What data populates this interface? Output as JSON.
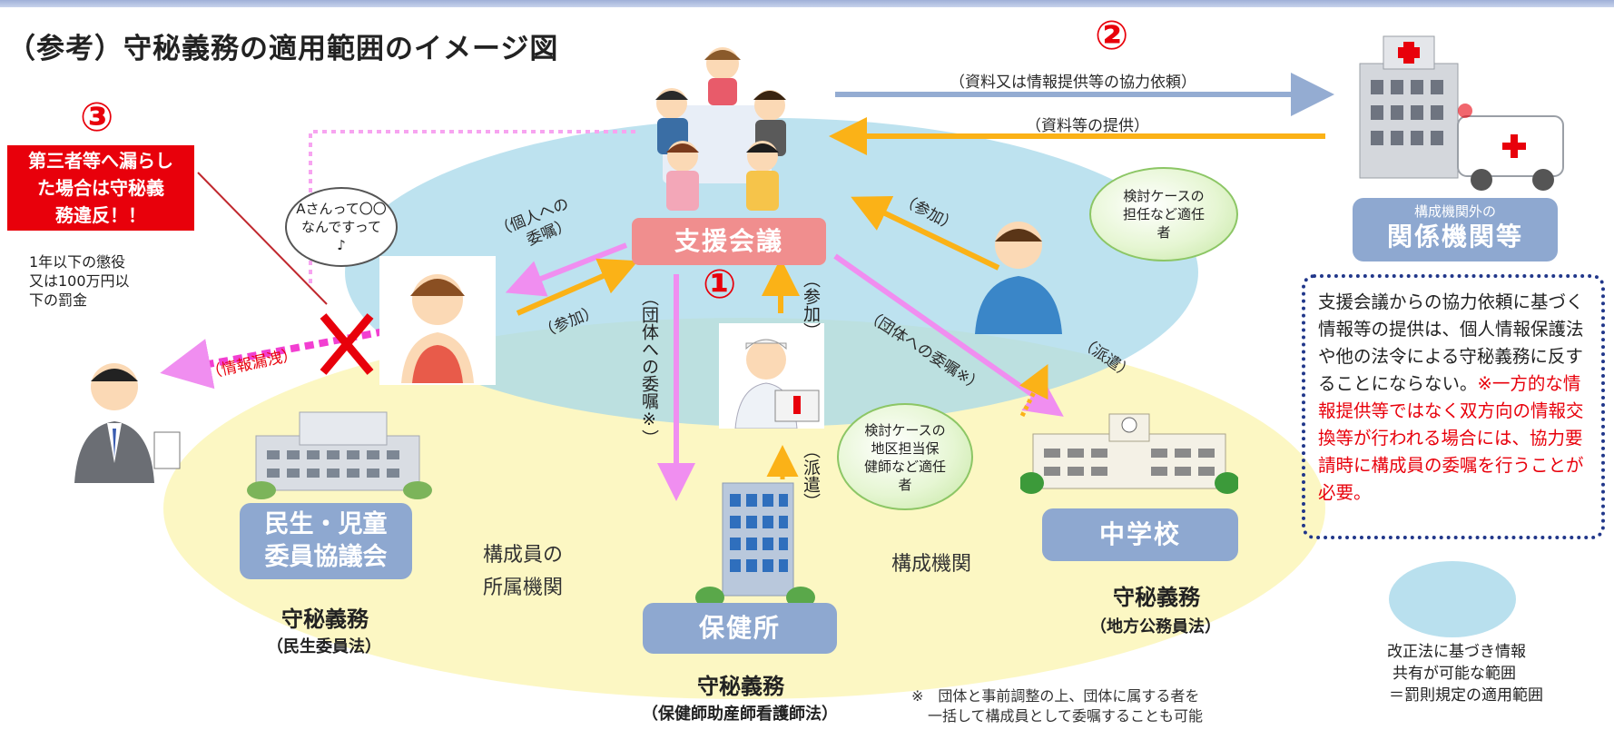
{
  "title": "（参考）守秘義務の適用範囲のイメージ図",
  "markers": {
    "one": "①",
    "two": "②",
    "three": "③"
  },
  "violation_box": {
    "line1": "第三者等へ漏らし",
    "line2": "た場合は守秘義",
    "line3": "務違反！！"
  },
  "penalty": {
    "line1": "1年以下の懲役",
    "line2": "又は100万円以",
    "line3": "下の罰金"
  },
  "leak_label": "（情報漏洩）",
  "speech_bubble": {
    "line1": "Aさんって〇〇",
    "line2": "なんですって",
    "line3": "♪"
  },
  "support_meeting": "支援会議",
  "arrows": {
    "request": "（資料又は情報提供等の協力依頼）",
    "provide": "（資料等の提供）",
    "individual_commission_1": "（個人への",
    "individual_commission_2": "委嘱）",
    "participate_left": "（参加）",
    "participate_right": "（参加）",
    "participate_vertical": "（参加）",
    "group_commission_vertical": "（団体への委嘱※）",
    "group_commission_diag": "（団体への委嘱※）",
    "dispatch_vertical": "（派遣）",
    "dispatch_right": "（派遣）"
  },
  "bubble_case_right": {
    "line1": "検討ケースの",
    "line2": "担任など適任",
    "line3": "者"
  },
  "bubble_case_health": {
    "line1": "検討ケースの",
    "line2": "地区担当保",
    "line3": "健師など適任",
    "line4": "者"
  },
  "external": {
    "small": "構成機関外の",
    "big": "関係機関等"
  },
  "info_box": {
    "normal": "支援会議からの協力依頼に基づく情報等の提供は、個人情報保護法や他の法令による守秘義務に反することにならない。",
    "red": "※一方的な情報提供等ではなく双方向の情報交換等が行われる場合には、協力要請時に構成員の委嘱を行うことが必要。"
  },
  "minsei": {
    "line1": "民生・児童",
    "line2": "委員協議会",
    "duty": "守秘義務",
    "law": "（民生委員法）"
  },
  "health_center": {
    "name": "保健所",
    "duty": "守秘義務",
    "law": "（保健師助産師看護師法）"
  },
  "junior_high": {
    "name": "中学校",
    "duty": "守秘義務",
    "law": "（地方公務員法）"
  },
  "member_affiliation": {
    "line1": "構成員の",
    "line2": "所属機関"
  },
  "component_org": "構成機関",
  "footnote": {
    "line1": "※　団体と事前調整の上、団体に属する者を",
    "line2": "一括して構成員として委嘱することも可能"
  },
  "legend": {
    "line1": "改正法に基づき情報",
    "line2": "共有が可能な範囲",
    "line3": "＝罰則規定の適用範囲"
  },
  "colors": {
    "red": "#e8000b",
    "pink": "#f08e8e",
    "blue_pill": "#8ea8d0",
    "orange_arrow": "#fbb217",
    "violet_arrow": "#f08ef0",
    "steel_arrow": "#94acd2",
    "navy_dots": "#21378a"
  }
}
